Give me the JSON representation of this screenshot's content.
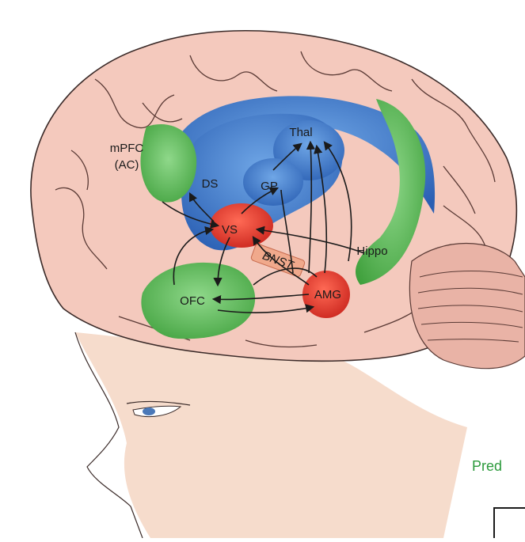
{
  "labels": {
    "mpfc": "mPFC",
    "ac": "(AC)",
    "ds": "DS",
    "gp": "GP",
    "thal": "Thal",
    "vs": "VS",
    "hippo": "Hippo",
    "bnst": "BNST",
    "ofc": "OFC",
    "amg": "AMG"
  },
  "cropped_text": "Pred",
  "colors": {
    "background": "#ffffff",
    "brain_fill": "#f4c9bd",
    "brain_outline": "#3a2a28",
    "face_fill": "#f6dccc",
    "blue_region": "#2f6fc6",
    "green_region": "#4fb84a",
    "red_region": "#e2342b",
    "bnst_fill": "#f0a98c",
    "arrow": "#1a1a1a",
    "pred_text": "#2c9a3c"
  }
}
